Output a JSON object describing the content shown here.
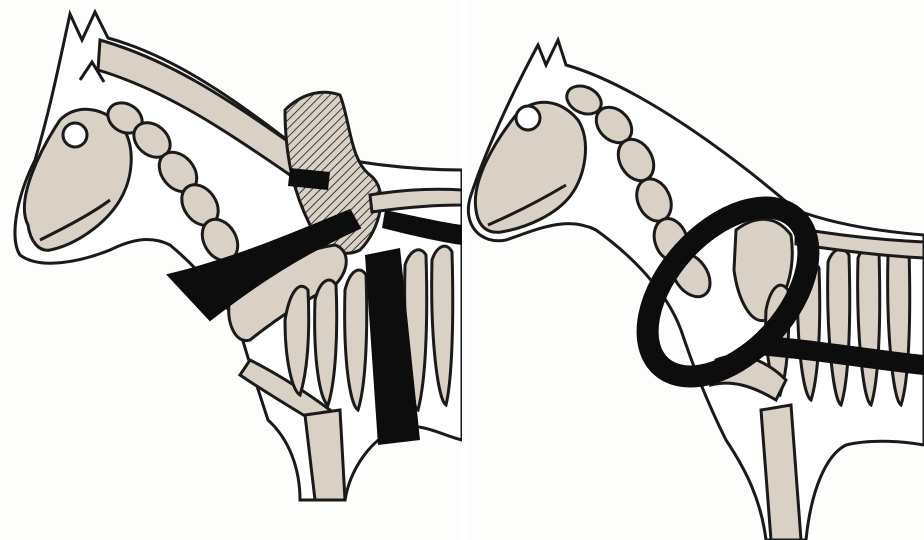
{
  "figure": {
    "panels": [
      {
        "id": "left",
        "subject": "horse-skeleton-breast-collar-harness",
        "harness_type": "throat-and-girth harness"
      },
      {
        "id": "right",
        "subject": "horse-skeleton-neck-collar-harness",
        "harness_type": "padded neck collar"
      }
    ],
    "colors": {
      "bone": "#d9d1c6",
      "outline": "#1a1a1a",
      "harness": "#0d0d0d",
      "background": "#fdfdfc",
      "hatch": "#3a3a3a"
    }
  }
}
